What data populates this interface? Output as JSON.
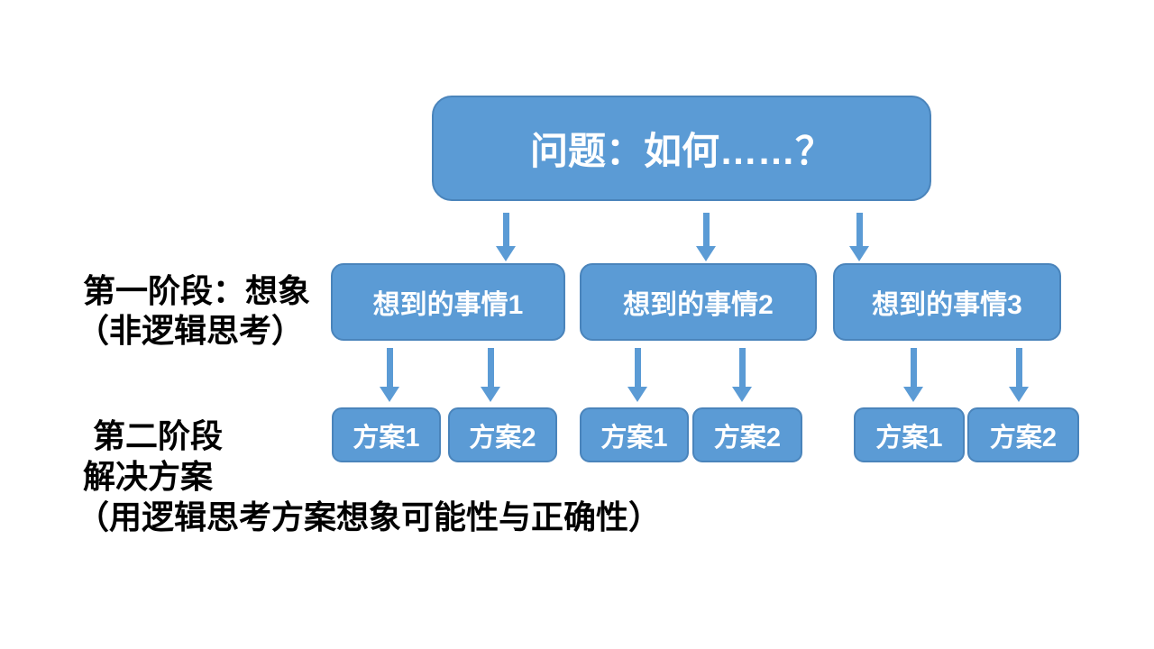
{
  "colors": {
    "background": "#ffffff",
    "box_fill": "#5b9bd5",
    "box_border": "#4a84bb",
    "arrow_color": "#5b9bd5",
    "text_on_box": "#ffffff",
    "label_text": "#000000"
  },
  "diagram": {
    "root": {
      "label": "问题：如何……？"
    },
    "stage1_label": {
      "lines": [
        "第一阶段：想象",
        "（非逻辑思考）"
      ]
    },
    "stage2_label": {
      "lines": [
        "第二阶段",
        "解决方案",
        "（用逻辑思考方案想象可能性与正确性）"
      ]
    },
    "ideas": [
      {
        "label": "想到的事情1",
        "solutions": [
          "方案1",
          "方案2"
        ]
      },
      {
        "label": "想到的事情2",
        "solutions": [
          "方案1",
          "方案2"
        ]
      },
      {
        "label": "想到的事情3",
        "solutions": [
          "方案1",
          "方案2"
        ]
      }
    ]
  }
}
